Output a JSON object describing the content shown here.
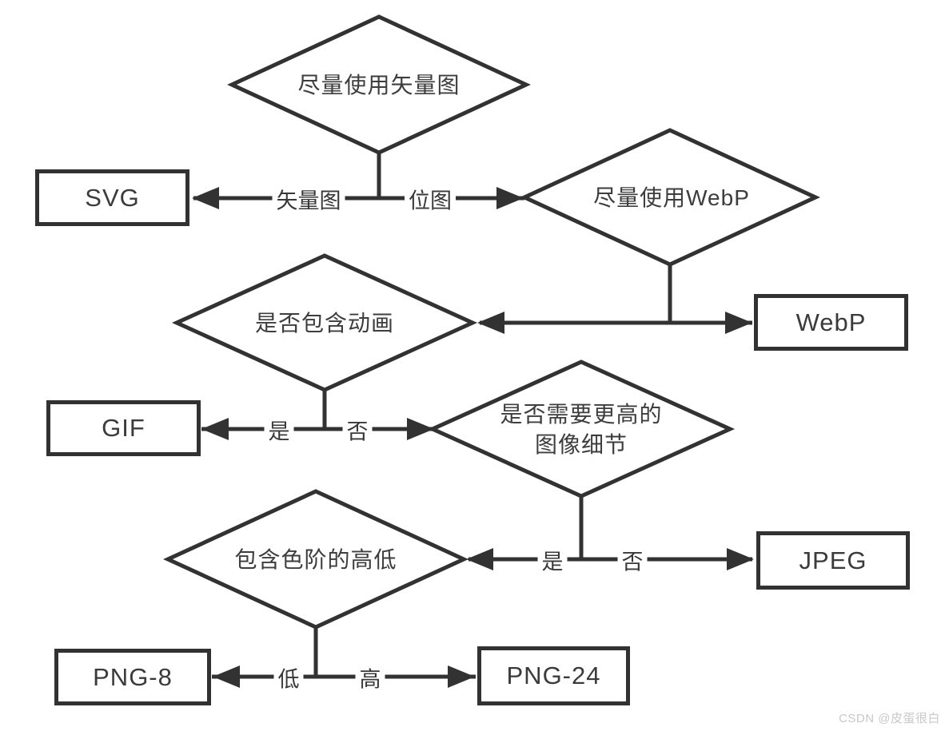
{
  "nodes": {
    "decision_vector": "尽量使用矢量图",
    "decision_webp": "尽量使用WebP",
    "decision_animation": "是否包含动画",
    "decision_detail": "是否需要更高的\n图像细节",
    "decision_levels": "包含色阶的高低",
    "result_svg": "SVG",
    "result_webp": "WebP",
    "result_gif": "GIF",
    "result_jpeg": "JPEG",
    "result_png8": "PNG-8",
    "result_png24": "PNG-24"
  },
  "edge_labels": {
    "vector": "矢量图",
    "bitmap": "位图",
    "animation_yes": "是",
    "animation_no": "否",
    "detail_yes": "是",
    "detail_no": "否",
    "levels_low": "低",
    "levels_high": "高"
  },
  "watermark": "CSDN @皮蛋很白",
  "colors": {
    "line": "#323232",
    "box_fill": "#ffffff",
    "text": "#3d3d3d",
    "watermark": "#c8c8c8",
    "background": "#ffffff"
  }
}
